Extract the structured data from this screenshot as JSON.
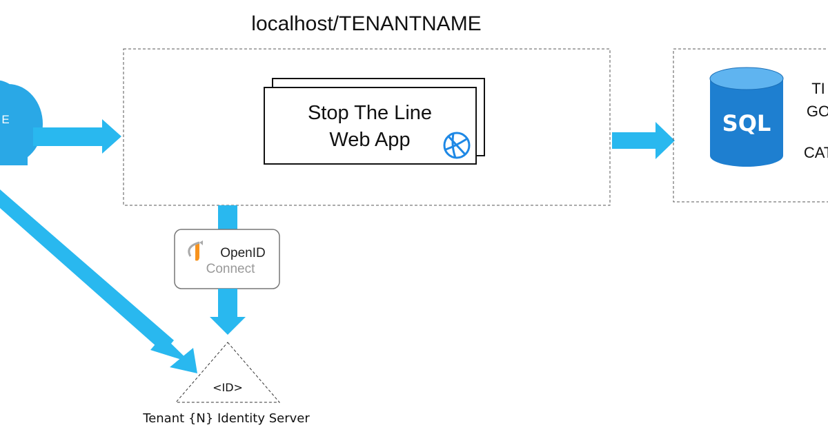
{
  "title": "localhost/TENANTNAME",
  "cloud": {
    "label": "E"
  },
  "web_app": {
    "line1": "Stop The Line",
    "line2": "Web App"
  },
  "openid": {
    "line1": "OpenID",
    "line2": "Connect"
  },
  "identity_server": {
    "symbol": "<ID>",
    "label": "Tenant {N} Identity Server"
  },
  "database": {
    "icon_text": "SQL",
    "side_text": [
      "TI",
      "GO",
      "CAT"
    ]
  },
  "colors": {
    "arrow": "#29b8ef",
    "cloud": "#2aa8e6",
    "sql_body": "#1e7fd0",
    "sql_top": "#5fb4f0",
    "openid_orange": "#f7931e",
    "openid_gray": "#999999",
    "globe": "#1e88e5"
  }
}
